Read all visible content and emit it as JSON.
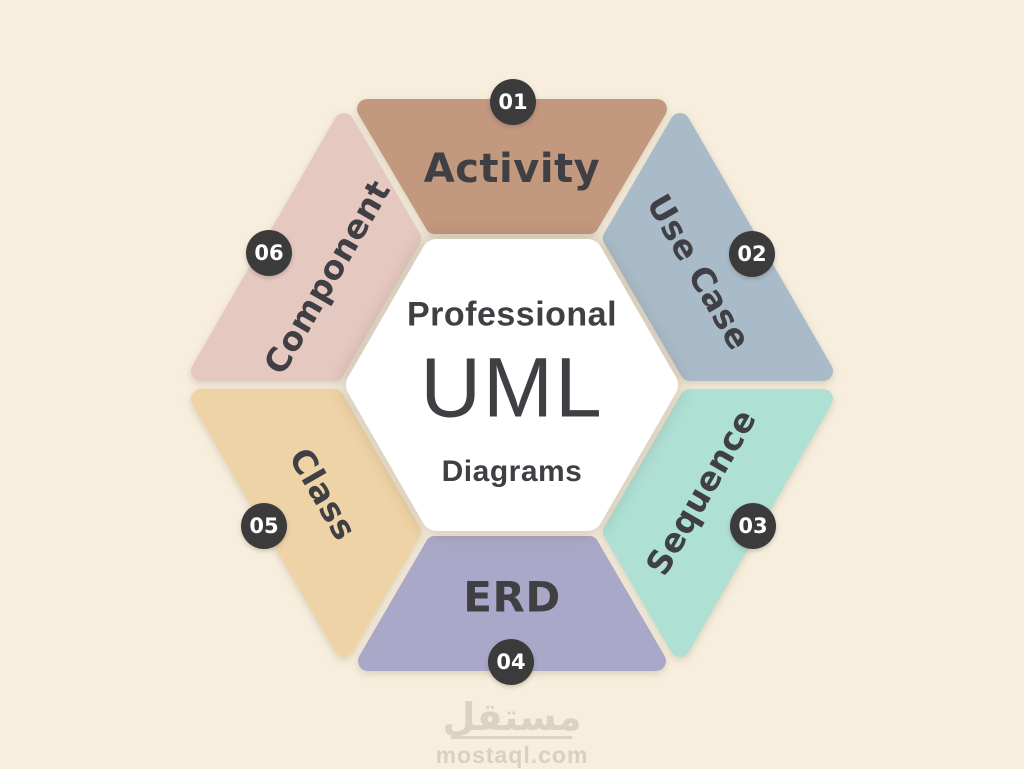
{
  "background_color": "#f7eedd",
  "center": {
    "line1": "Professional",
    "line2": "UML",
    "line3": "Diagrams",
    "bg": "#ffffff",
    "text_color": "#3f3f44"
  },
  "segments": [
    {
      "number": "01",
      "label": "Activity",
      "color": "#c2987f"
    },
    {
      "number": "02",
      "label": "Use Case",
      "color": "#a9bbc9"
    },
    {
      "number": "03",
      "label": "Sequence",
      "color": "#aee0d4"
    },
    {
      "number": "04",
      "label": "ERD",
      "color": "#aaa8c9"
    },
    {
      "number": "05",
      "label": "Class",
      "color": "#eed3a6"
    },
    {
      "number": "06",
      "label": "Component",
      "color": "#e5c8c0"
    }
  ],
  "badge": {
    "bg": "#3b3b3b",
    "text_color": "#ffffff"
  },
  "label_color": "#3f3f44",
  "watermark": {
    "arabic": "مستقل",
    "latin": "mostaql.com",
    "color": "#d9d3c5"
  }
}
